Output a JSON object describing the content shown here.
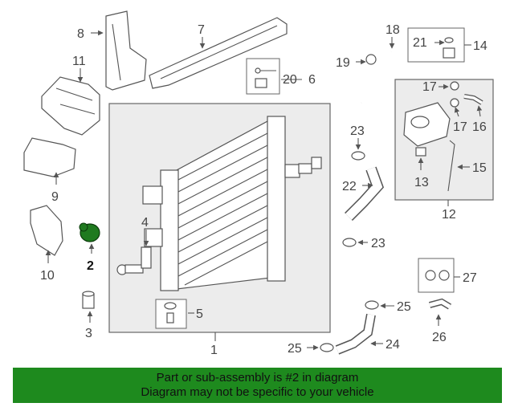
{
  "callouts": {
    "c1": "1",
    "c2": "2",
    "c3": "3",
    "c4": "4",
    "c5": "5",
    "c6": "6",
    "c7": "7",
    "c8": "8",
    "c9": "9",
    "c10": "10",
    "c11": "11",
    "c12": "12",
    "c13": "13",
    "c14": "14",
    "c15": "15",
    "c16": "16",
    "c17a": "17",
    "c17b": "17",
    "c18": "18",
    "c19": "19",
    "c20": "20",
    "c21": "21",
    "c22": "22",
    "c23a": "23",
    "c23b": "23",
    "c24": "24",
    "c25a": "25",
    "c25b": "25",
    "c26": "26",
    "c27": "27"
  },
  "highlight_part": "2",
  "colors": {
    "highlight": "#1f7a1f",
    "banner": "#1e8a1e",
    "line": "#555555"
  },
  "banner": {
    "line1": "Part or sub-assembly is #2 in diagram",
    "line2": "Diagram may not be specific to your vehicle"
  }
}
